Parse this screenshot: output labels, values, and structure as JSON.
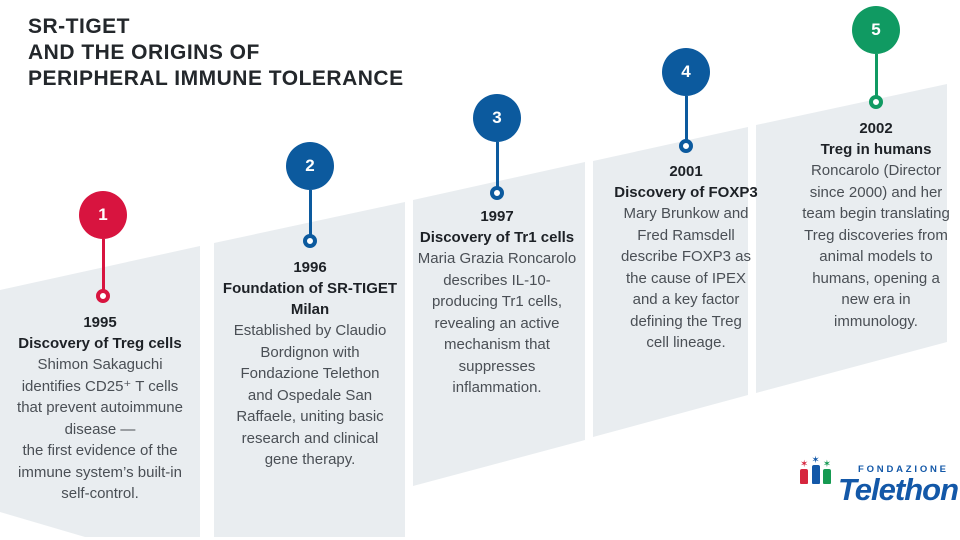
{
  "title": {
    "lines": [
      "SR-TIGET",
      "AND THE ORIGINS OF",
      "PERIPHERAL IMMUNE TOLERANCE"
    ]
  },
  "colors": {
    "red": "#d8143f",
    "blue": "#0c5a9e",
    "green": "#109a62",
    "panel_gray": "#e9edf0",
    "logo_blue": "#1358a8",
    "logo_red": "#d6263e",
    "logo_green": "#169a52"
  },
  "milestones": [
    {
      "number": "1",
      "year": "1995",
      "heading_lines": [
        "Discovery of Treg cells"
      ],
      "body_lines": [
        "Shimon Sakaguchi",
        "identifies CD25⁺ T cells",
        "that prevent autoimmune",
        "disease —",
        "the first evidence of the",
        "immune system’s built-in",
        "self-control."
      ]
    },
    {
      "number": "2",
      "year": "1996",
      "heading_lines": [
        "Foundation of SR-TIGET",
        "Milan"
      ],
      "body_lines": [
        "Established by Claudio",
        "Bordignon with",
        "Fondazione Telethon",
        "and Ospedale San",
        "Raffaele, uniting basic",
        "research and clinical",
        "gene therapy."
      ]
    },
    {
      "number": "3",
      "year": "1997",
      "heading_lines": [
        "Discovery of Tr1 cells"
      ],
      "body_lines": [
        "Maria Grazia Roncarolo",
        "describes IL-10-",
        "producing Tr1 cells,",
        "revealing an active",
        "mechanism that",
        "suppresses",
        "inflammation."
      ]
    },
    {
      "number": "4",
      "year": "2001",
      "heading_lines": [
        "Discovery of FOXP3"
      ],
      "body_lines": [
        "Mary Brunkow and",
        "Fred Ramsdell",
        "describe FOXP3 as",
        "the cause of IPEX",
        "and a key factor",
        "defining the Treg",
        "cell lineage."
      ]
    },
    {
      "number": "5",
      "year": "2002",
      "heading_lines": [
        "Treg in humans"
      ],
      "body_lines": [
        "Roncarolo (Director",
        "since 2000) and her",
        "team begin translating",
        "Treg discoveries from",
        "animal models to",
        "humans, opening a",
        "new era in",
        "immunology."
      ]
    }
  ],
  "logo": {
    "top_text": "FONDAZIONE",
    "name": "Telethon",
    "star": "✶"
  }
}
